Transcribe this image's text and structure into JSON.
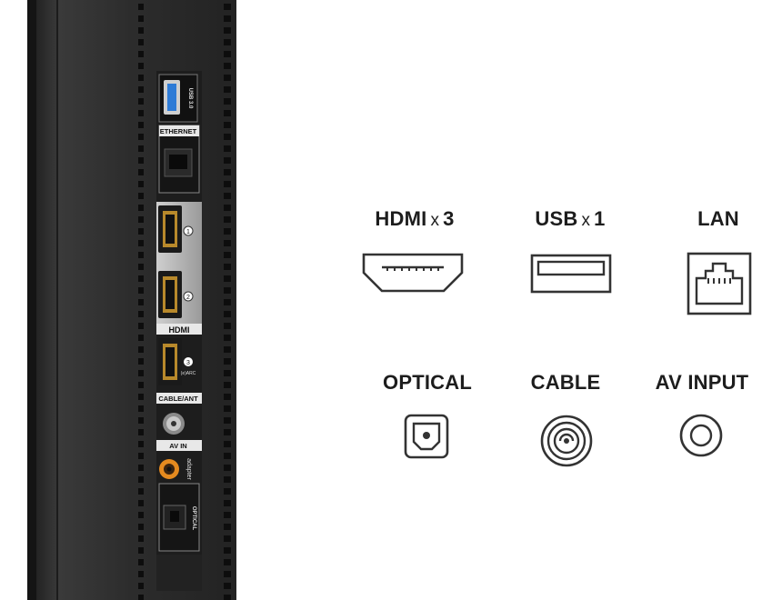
{
  "panel_labels": {
    "usb": "USB 3.0",
    "ethernet": "ETHERNET",
    "hdmi_logo": "HDMI",
    "hdmi_1": "1",
    "hdmi_2": "2",
    "hdmi_3": "3",
    "hdmi_3_sub": "(e)ARC",
    "cable_ant": "CABLE/ANT",
    "av_in": "AV IN",
    "adapter": "adapter",
    "optical": "OPTICAL"
  },
  "ports": {
    "hdmi": {
      "name": "HDMI",
      "x": "x",
      "count": "3",
      "icon": "hdmi-icon"
    },
    "usb": {
      "name": "USB",
      "x": "x",
      "count": "1",
      "icon": "usb-icon"
    },
    "lan": {
      "name": "LAN",
      "icon": "ethernet-icon"
    },
    "optical": {
      "name": "OPTICAL",
      "icon": "optical-icon"
    },
    "cable": {
      "name": "CABLE",
      "icon": "coaxial-icon"
    },
    "av_input": {
      "name": "AV INPUT",
      "icon": "av-jack-icon"
    }
  },
  "colors": {
    "panel": "#2b2b2b",
    "icon_stroke": "#333333",
    "av_jack": "#e58a1f",
    "usb_blue": "#2e7bd6"
  }
}
